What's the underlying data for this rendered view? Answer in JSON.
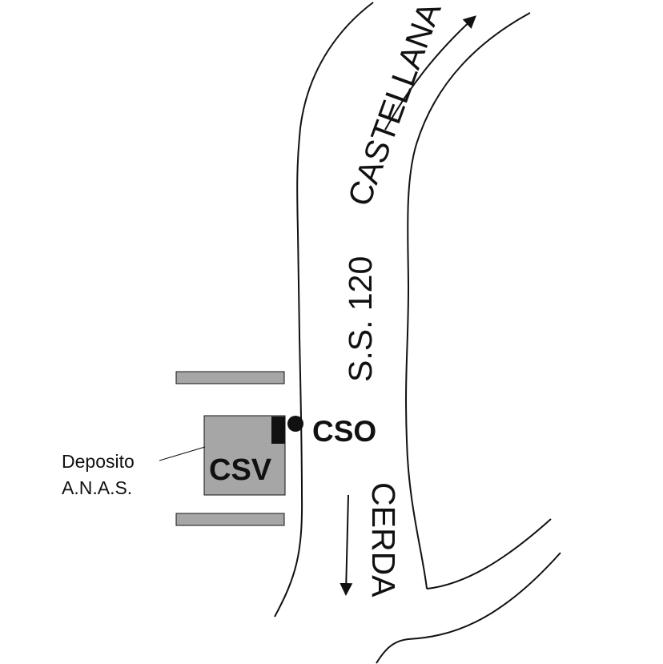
{
  "road": {
    "number": "S.S. 120",
    "direction_north": "CASTELLANA",
    "direction_south": "CERDA"
  },
  "stations": {
    "cso": "CSO",
    "csv": "CSV"
  },
  "depot": {
    "line1": "Deposito",
    "line2": "A.N.A.S."
  },
  "colors": {
    "line": "#111111",
    "fill_gray": "#a6a6a6",
    "background": "#ffffff"
  }
}
